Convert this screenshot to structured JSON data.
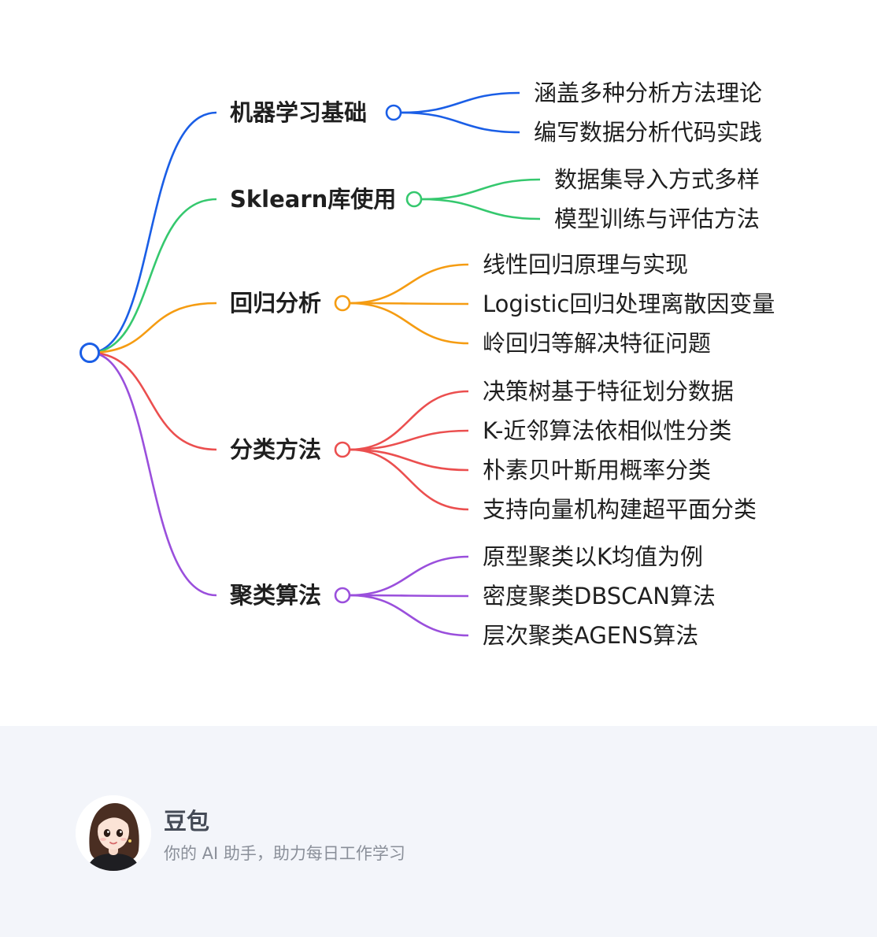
{
  "mindmap": {
    "root_color": "#1a5ee6",
    "branches": [
      {
        "label": "机器学习基础",
        "color": "#1a5ee6",
        "children": [
          "涵盖多种分析方法理论",
          "编写数据分析代码实践"
        ]
      },
      {
        "label": "Sklearn库使用",
        "color": "#35c86e",
        "children": [
          "数据集导入方式多样",
          "模型训练与评估方法"
        ]
      },
      {
        "label": "回归分析",
        "color": "#f59c12",
        "children": [
          "线性回归原理与实现",
          "Logistic回归处理离散因变量",
          "岭回归等解决特征问题"
        ]
      },
      {
        "label": "分类方法",
        "color": "#eb4f4f",
        "children": [
          "决策树基于特征划分数据",
          "K-近邻算法依相似性分类",
          "朴素贝叶斯用概率分类",
          "支持向量机构建超平面分类"
        ]
      },
      {
        "label": "聚类算法",
        "color": "#9a4fdc",
        "children": [
          "原型聚类以K均值为例",
          "密度聚类DBSCAN算法",
          "层次聚类AGENS算法"
        ]
      }
    ]
  },
  "footer": {
    "name": "豆包",
    "tagline": "你的 AI 助手，助力每日工作学习",
    "avatar_icon": "avatar-girl-icon"
  }
}
